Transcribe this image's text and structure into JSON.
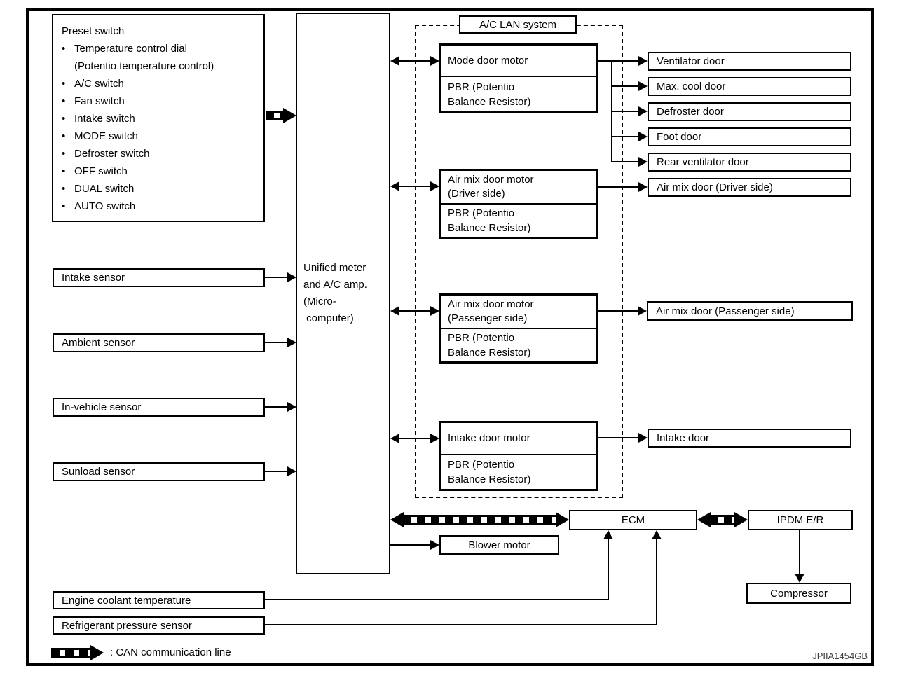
{
  "figure_id": "JPIIA1454GB",
  "colors": {
    "line": "#000000",
    "background": "#ffffff"
  },
  "preset": {
    "title": "Preset switch",
    "items": [
      {
        "bullet": "•",
        "text": "Temperature control dial"
      },
      {
        "bullet": "",
        "text": "(Potentio temperature control)"
      },
      {
        "bullet": "•",
        "text": "A/C switch"
      },
      {
        "bullet": "•",
        "text": "Fan switch"
      },
      {
        "bullet": "•",
        "text": "Intake switch"
      },
      {
        "bullet": "•",
        "text": "MODE switch"
      },
      {
        "bullet": "•",
        "text": "Defroster switch"
      },
      {
        "bullet": "•",
        "text": "OFF switch"
      },
      {
        "bullet": "•",
        "text": "DUAL switch"
      },
      {
        "bullet": "•",
        "text": "AUTO switch"
      }
    ]
  },
  "sensors": [
    "Intake sensor",
    "Ambient sensor",
    "In-vehicle sensor",
    "Sunload sensor"
  ],
  "controller": {
    "name": "Unified meter\nand A/C amp.\n(Micro-\n computer)"
  },
  "lan": {
    "title": "A/C LAN system",
    "motors": [
      {
        "name": "Mode door motor",
        "pbr": "PBR (Potentio\nBalance Resistor)"
      },
      {
        "name": "Air mix door motor\n(Driver side)",
        "pbr": "PBR (Potentio\nBalance Resistor)"
      },
      {
        "name": "Air mix door motor\n(Passenger side)",
        "pbr": "PBR (Potentio\nBalance Resistor)"
      },
      {
        "name": "Intake door motor",
        "pbr": "PBR (Potentio\nBalance Resistor)"
      }
    ]
  },
  "doors": [
    "Ventilator door",
    "Max. cool door",
    "Defroster door",
    "Foot door",
    "Rear ventilator door",
    "Air mix door (Driver side)",
    "Air mix door (Passenger side)",
    "Intake door"
  ],
  "bottom": {
    "ecm": "ECM",
    "ipdm": "IPDM E/R",
    "compressor": "Compressor",
    "blower": "Blower motor",
    "engine_coolant": "Engine coolant temperature",
    "refrigerant": "Refrigerant pressure sensor"
  },
  "legend": {
    "label": ": CAN communication line"
  }
}
